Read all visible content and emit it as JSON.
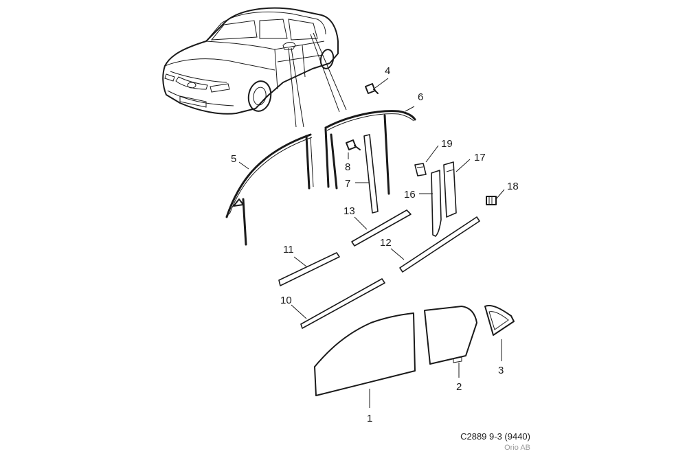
{
  "callouts": {
    "c1": "1",
    "c2": "2",
    "c3": "3",
    "c4": "4",
    "c5": "5",
    "c6": "6",
    "c7": "7",
    "c8": "8",
    "c10": "10",
    "c11": "11",
    "c12": "12",
    "c13": "13",
    "c16": "16",
    "c17": "17",
    "c18": "18",
    "c19": "19"
  },
  "caption": {
    "code": "C2889 9-3 (9440)",
    "source": "Orio AB"
  }
}
